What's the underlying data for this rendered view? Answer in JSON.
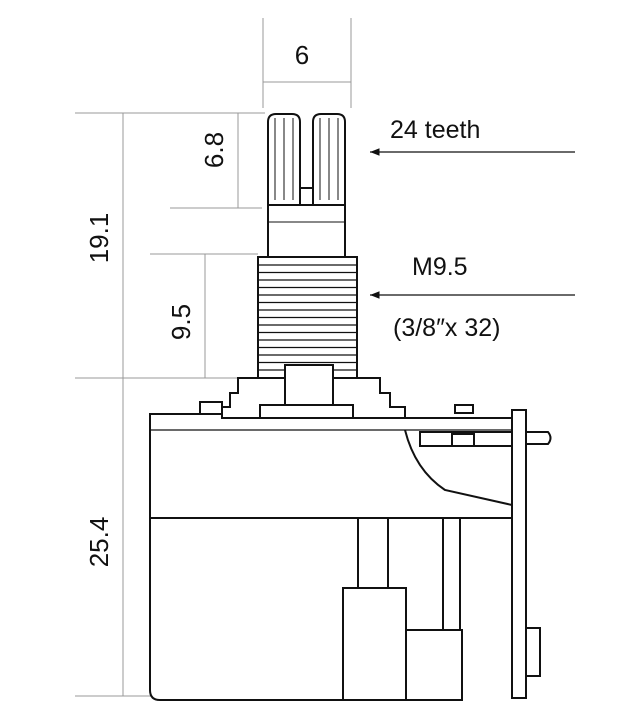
{
  "dimensions": {
    "shaft_diameter": "6",
    "knurl_length": "6.8",
    "shaft_length": "19.1",
    "thread_length": "9.5",
    "body_height": "25.4"
  },
  "callouts": {
    "teeth": "24 teeth",
    "thread": "M9.5",
    "thread_spec": "(3/8″x 32)"
  }
}
